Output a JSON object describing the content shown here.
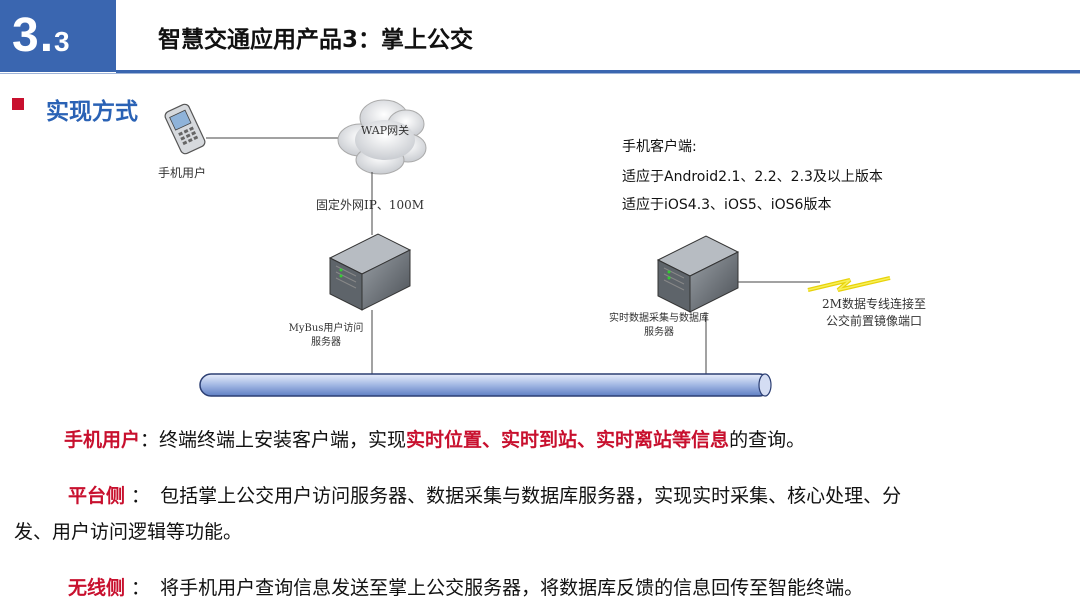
{
  "header": {
    "section_number": "3.",
    "section_sub": "3",
    "title": "智慧交通应用产品3：掌上公交"
  },
  "section": {
    "title": "实现方式"
  },
  "diagram": {
    "phone_user_label": "手机用户",
    "cloud_label": "WAP网关",
    "network_label": "固定外网IP、100M",
    "mybus_server_label_line1": "MyBus用户访问",
    "mybus_server_label_line2": "服务器",
    "data_server_label_line1": "实时数据采集与数据库",
    "data_server_label_line2": "服务器",
    "dedicated_line_label_line1": "2M数据专线连接至",
    "dedicated_line_label_line2": "公交前置镜像端口",
    "client_info": {
      "title": "手机客户端:",
      "android": "适应于Android2.1、2.2、2.3及以上版本",
      "ios": "适应于iOS4.3、iOS5、iOS6版本"
    }
  },
  "descriptions": {
    "mobile": {
      "label": "手机用户",
      "colon": "：",
      "text_before": "终端终端上安装客户端，实现",
      "highlight": "实时位置、实时到站、实时离站等信息",
      "text_after": "的查询。"
    },
    "platform": {
      "label": "平台侧",
      "colon": " ：",
      "text": "包括掌上公交用户访问服务器、数据采集与数据库服务器，实现实时采集、核心处理、分",
      "text_line2": "发、用户访问逻辑等功能。"
    },
    "wireless": {
      "label": "无线侧",
      "colon": " ：",
      "text": "将手机用户查询信息发送至掌上公交服务器，将数据库反馈的信息回传至智能终端。"
    }
  },
  "colors": {
    "accent_blue": "#3a66b0",
    "title_blue": "#2a62b5",
    "highlight_red": "#c8102e"
  }
}
